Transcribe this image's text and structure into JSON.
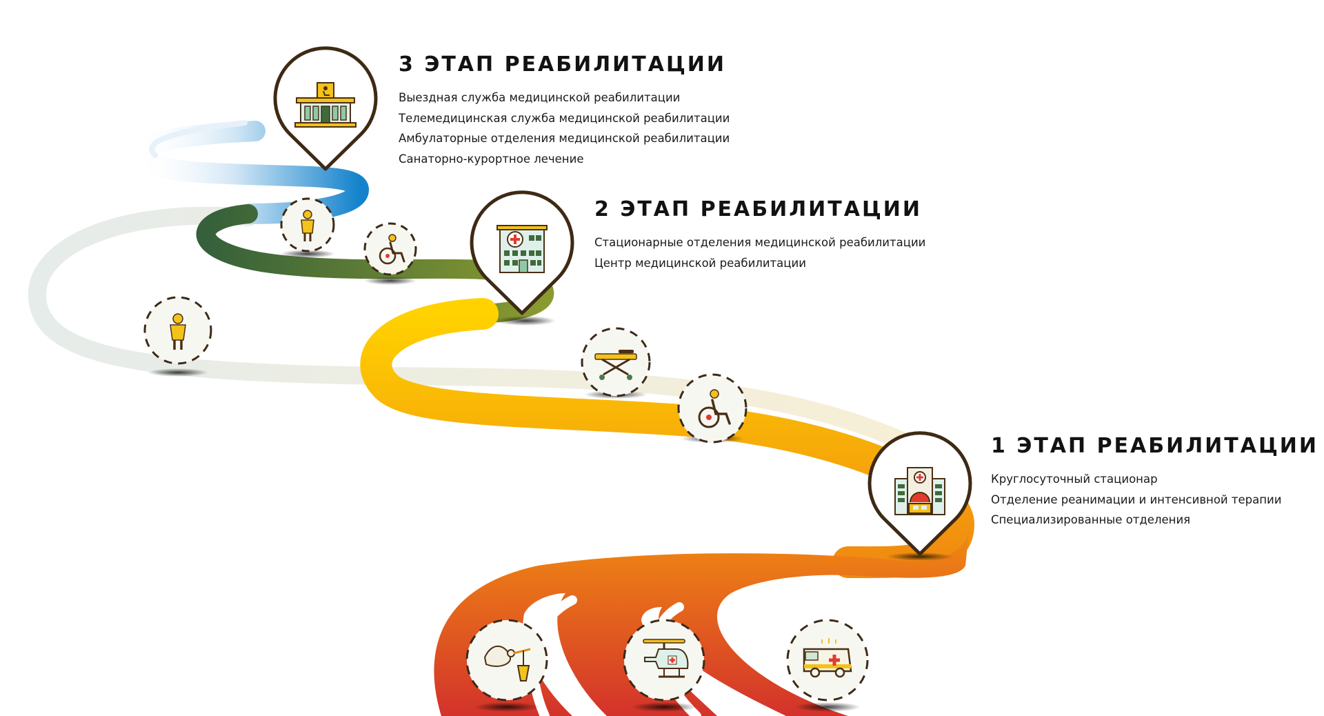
{
  "stages": [
    {
      "title": "3 ЭТАП РЕАБИЛИТАЦИИ",
      "items": [
        "Выездная служба медицинской реабилитации",
        "Телемедицинская служба медицинской реабилитации",
        "Амбулаторные отделения медицинской реабилитации",
        "Санаторно-курортное лечение"
      ],
      "pin_icon": "rehab-center-building-icon"
    },
    {
      "title": "2 ЭТАП РЕАБИЛИТАЦИИ",
      "items": [
        "Стационарные отделения медицинской реабилитации",
        "Центр медицинской реабилитации"
      ],
      "pin_icon": "hospital-building-icon"
    },
    {
      "title": "1 ЭТАП РЕАБИЛИТАЦИИ",
      "items": [
        "Круглосуточный стационар",
        "Отделение реанимации и интенсивной терапии",
        "Специализированные отделения"
      ],
      "pin_icon": "hospital-complex-icon"
    }
  ],
  "route_icons": [
    "stork-icon",
    "helicopter-icon",
    "ambulance-icon",
    "wheelchair-icon",
    "stretcher-icon",
    "wheelchair-icon",
    "walking-patient-icon",
    "walking-patient-icon"
  ],
  "colors": {
    "pin_outline": "#3e2a14",
    "icon_outline": "#4a2f14",
    "icon_yellow": "#f3c21b",
    "route_red": "#d6332a",
    "route_orange": "#f28a0e",
    "route_yellow": "#ffd000",
    "route_olive": "#8a9a32",
    "route_green": "#3f6b3b",
    "route_blue": "#1e8ad0",
    "route_pale": "#f6efd7"
  }
}
